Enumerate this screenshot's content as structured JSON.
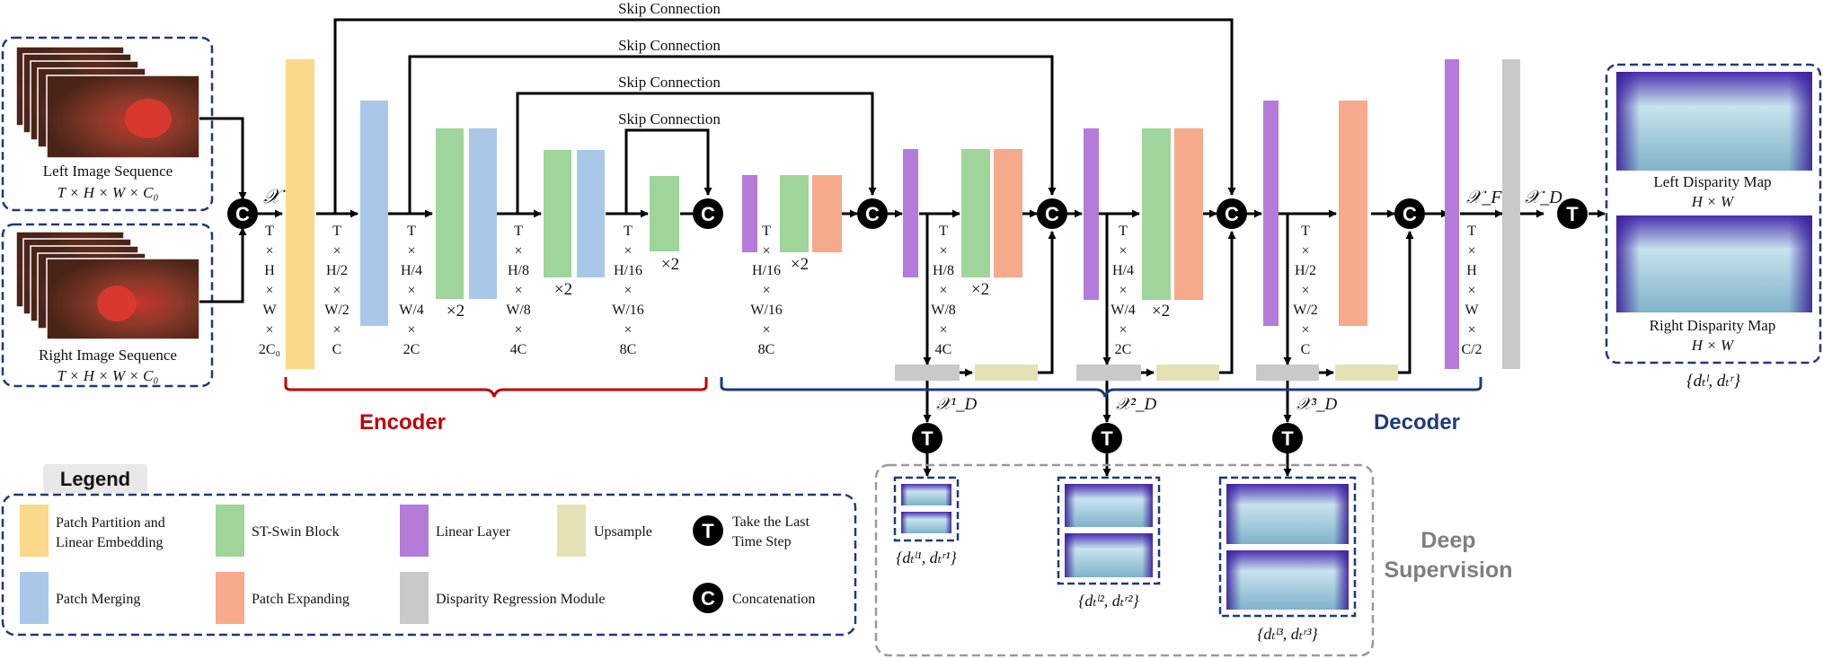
{
  "colors": {
    "patch_partition": "#FCD98A",
    "patch_merging": "#A9C8E8",
    "st_swin": "#9FD49A",
    "patch_expanding": "#F7A98C",
    "linear_layer": "#B57BD8",
    "upsample": "#E4E2B4",
    "disparity_regression": "#C9C9C9",
    "encoder": "#C00000",
    "decoder": "#1F3A7A",
    "deep_supervision": "#7F7F7F",
    "frame_border": "#1F3A7A"
  },
  "icons": {
    "concat": "concat-icon",
    "take_last": "take-last-icon"
  },
  "skip_label": "Skip Connection",
  "inputs": {
    "left_label": "Left Image Sequence",
    "left_dims": "T × H × W × C₀",
    "right_label": "Right Image Sequence",
    "right_dims": "T × H × W × C₀"
  },
  "symbols": {
    "x": "𝒳",
    "xF": "𝒳_F",
    "xD": "𝒳_D",
    "xD1": "𝒳¹_D",
    "xD2": "𝒳²_D",
    "xD3": "𝒳³_D",
    "C": "C",
    "T": "T",
    "times2": "×2"
  },
  "dims": {
    "d1": [
      "T",
      "×",
      "H",
      "×",
      "W",
      "×",
      "2C₀"
    ],
    "d2": [
      "T",
      "×",
      "H/2",
      "×",
      "W/2",
      "×",
      "C"
    ],
    "d3": [
      "T",
      "×",
      "H/4",
      "×",
      "W/4",
      "×",
      "2C"
    ],
    "d4": [
      "T",
      "×",
      "H/8",
      "×",
      "W/8",
      "×",
      "4C"
    ],
    "d5": [
      "T",
      "×",
      "H/16",
      "×",
      "W/16",
      "×",
      "8C"
    ],
    "d6": [
      "T",
      "×",
      "H/16",
      "×",
      "W/16",
      "×",
      "8C"
    ],
    "d7": [
      "T",
      "×",
      "H/8",
      "×",
      "W/8",
      "×",
      "4C"
    ],
    "d8": [
      "T",
      "×",
      "H/4",
      "×",
      "W/4",
      "×",
      "2C"
    ],
    "d9": [
      "T",
      "×",
      "H/2",
      "×",
      "W/2",
      "×",
      "C"
    ],
    "d10": [
      "T",
      "×",
      "H",
      "×",
      "W",
      "×",
      "C/2"
    ]
  },
  "sections": {
    "encoder": "Encoder",
    "decoder": "Decoder",
    "deep_supervision_1": "Deep",
    "deep_supervision_2": "Supervision"
  },
  "outputs": {
    "left_label": "Left Disparity Map",
    "left_dims": "H × W",
    "right_label": "Right Disparity Map",
    "right_dims": "H × W",
    "final_pair": "{dₜˡ, dₜʳ}",
    "pair1": "{dₜˡ¹, dₜʳ¹}",
    "pair2": "{dₜˡ², dₜʳ²}",
    "pair3": "{dₜˡ³, dₜʳ³}"
  },
  "legend": {
    "title": "Legend",
    "items": [
      {
        "label": "Patch Partition and",
        "label2": "Linear Embedding"
      },
      {
        "label": "ST-Swin Block"
      },
      {
        "label": "Linear Layer"
      },
      {
        "label": "Upsample"
      },
      {
        "label": "Take the Last",
        "label2": "Time Step"
      },
      {
        "label": "Patch Merging"
      },
      {
        "label": "Patch Expanding"
      },
      {
        "label": "Disparity Regression Module"
      },
      {
        "label": "Concatenation"
      }
    ]
  }
}
